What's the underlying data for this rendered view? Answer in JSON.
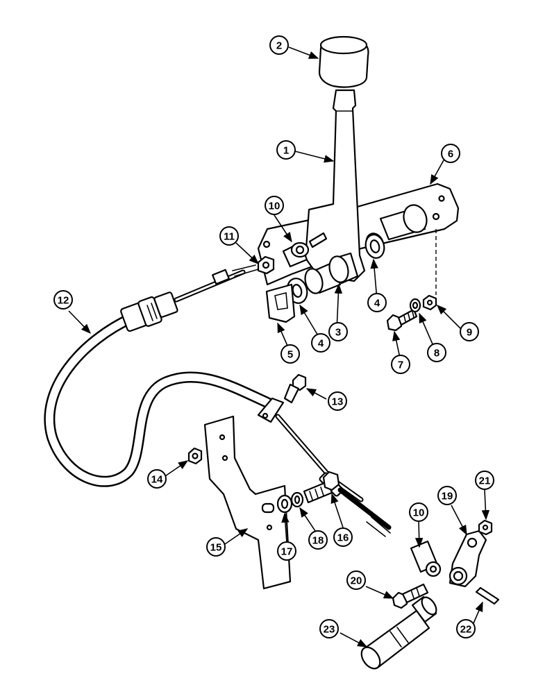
{
  "callouts": {
    "c1": "1",
    "c2": "2",
    "c3": "3",
    "c4a": "4",
    "c4b": "4",
    "c5": "5",
    "c6": "6",
    "c7": "7",
    "c8": "8",
    "c9": "9",
    "c10a": "10",
    "c10b": "10",
    "c11": "11",
    "c12": "12",
    "c13": "13",
    "c14": "14",
    "c15": "15",
    "c16": "16",
    "c17": "17",
    "c18": "18",
    "c19": "19",
    "c20": "20",
    "c21": "21",
    "c22": "22",
    "c23": "23"
  }
}
